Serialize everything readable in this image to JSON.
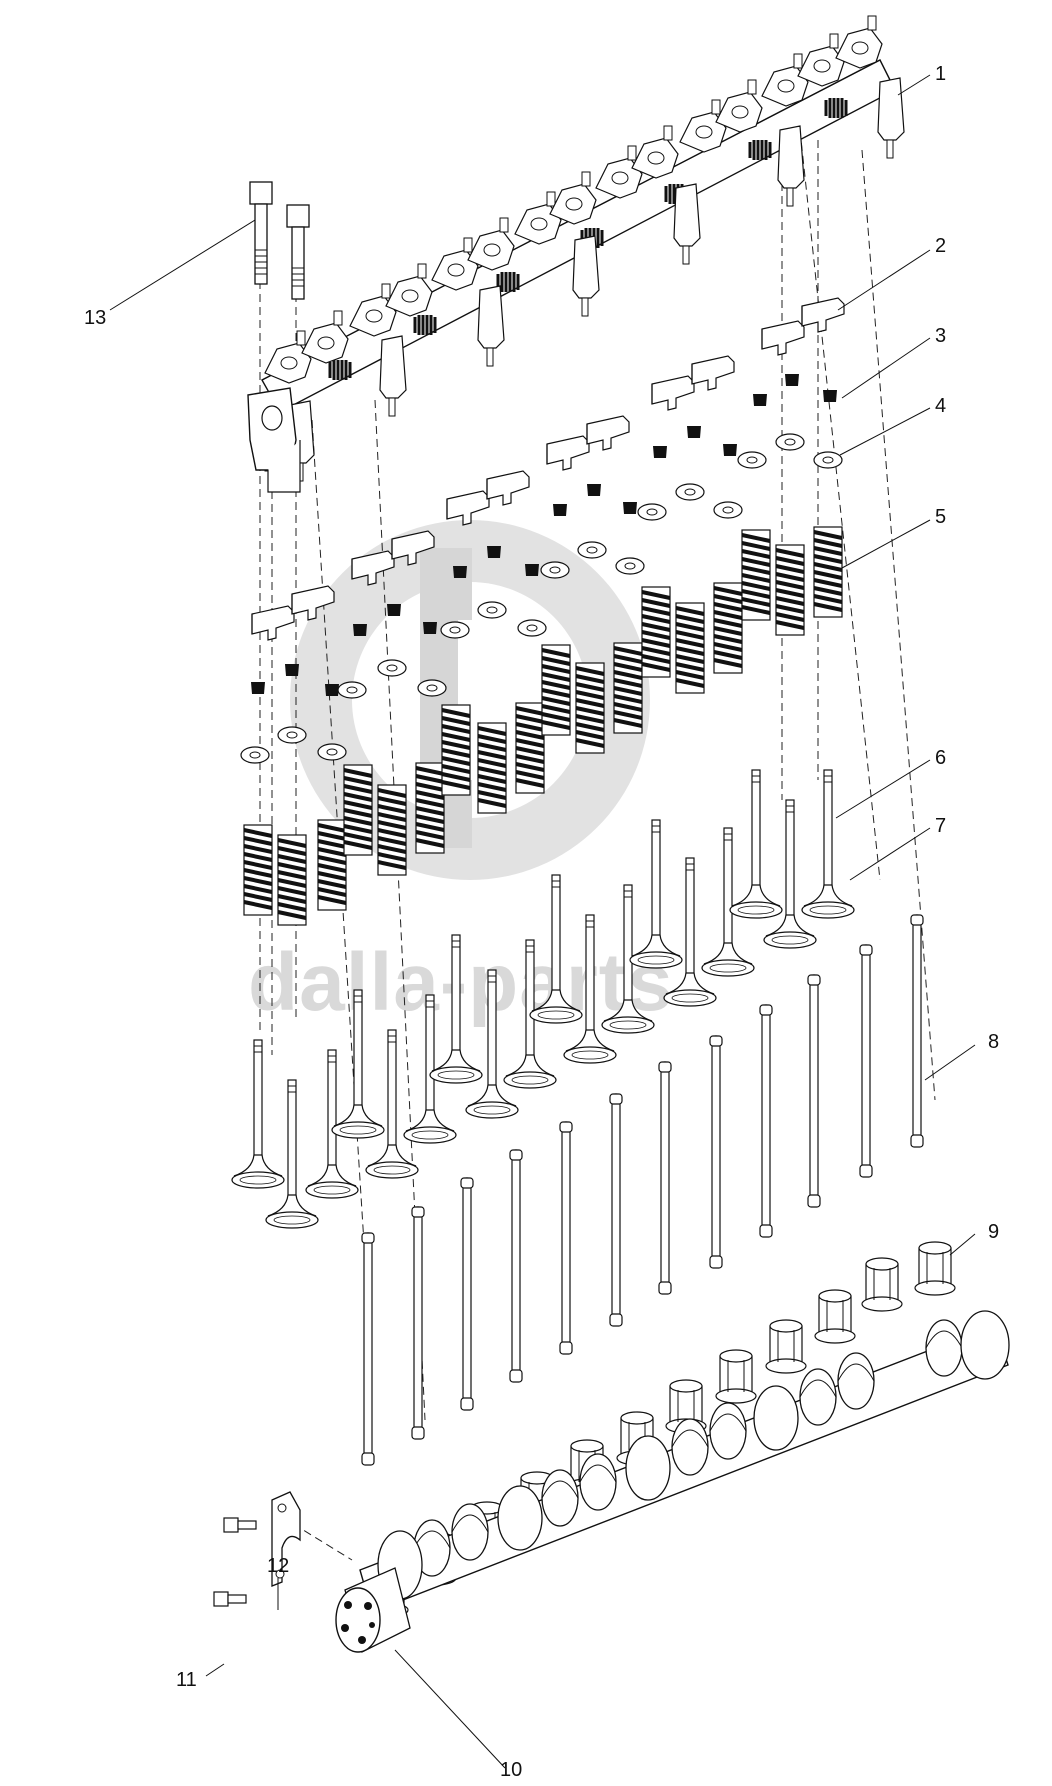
{
  "diagram": {
    "type": "exploded-parts-diagram",
    "callouts": [
      {
        "id": "1",
        "label": "1"
      },
      {
        "id": "2",
        "label": "2"
      },
      {
        "id": "3",
        "label": "3"
      },
      {
        "id": "4",
        "label": "4"
      },
      {
        "id": "5",
        "label": "5"
      },
      {
        "id": "6",
        "label": "6"
      },
      {
        "id": "7",
        "label": "7"
      },
      {
        "id": "8",
        "label": "8"
      },
      {
        "id": "9",
        "label": "9"
      },
      {
        "id": "10",
        "label": "10"
      },
      {
        "id": "11",
        "label": "11"
      },
      {
        "id": "12",
        "label": "12"
      },
      {
        "id": "13",
        "label": "13"
      }
    ],
    "watermark": {
      "logo": "dd-circle-logo",
      "text": "dalla-parts"
    },
    "colors": {
      "line": "#111111",
      "part_fill": "#ffffff",
      "shade": "#555555",
      "watermark": "#d9d9d9"
    }
  }
}
